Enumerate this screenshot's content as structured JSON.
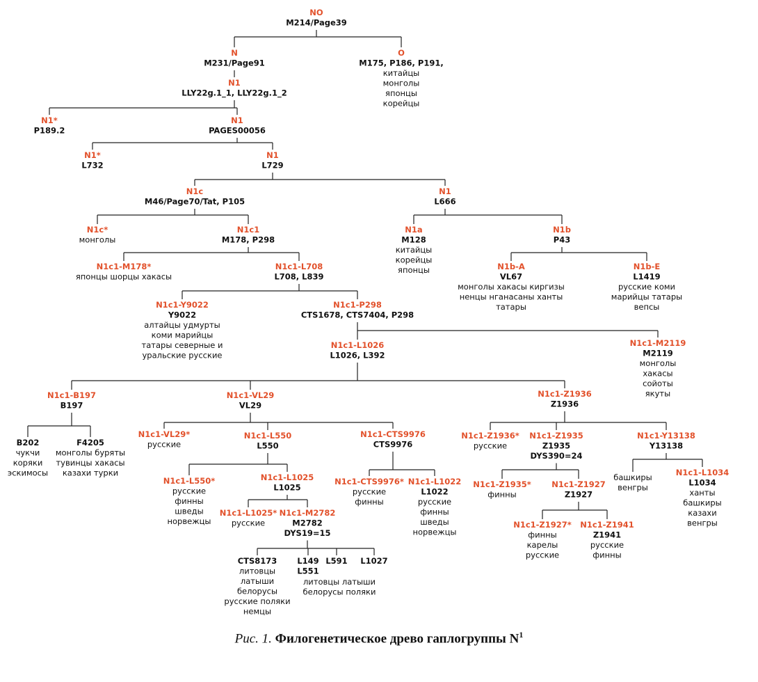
{
  "colors": {
    "haplogroup": "#e2512b",
    "text": "#111111",
    "line": "#222222"
  },
  "caption": {
    "prefix": "Рис. 1.",
    "text": "Филогенетическое древо гаплогруппы N",
    "sup": "1"
  },
  "nodes": [
    {
      "id": "NO",
      "hg": "NO",
      "markers": [
        "M214/Page39"
      ],
      "pops": []
    },
    {
      "id": "N_top",
      "hg": "N",
      "markers": [
        "M231/Page91"
      ],
      "pops": []
    },
    {
      "id": "O",
      "hg": "O",
      "markers": [
        "M175, P186, P191,"
      ],
      "pops": [
        "китайцы",
        "монголы",
        "японцы",
        "корейцы"
      ]
    },
    {
      "id": "N1_lly",
      "hg": "N1",
      "markers": [
        "LLY22g.1_1, LLY22g.1_2"
      ],
      "pops": []
    },
    {
      "id": "N1s_p189",
      "hg": "N1*",
      "markers": [
        "P189.2"
      ],
      "pops": []
    },
    {
      "id": "N1_pages",
      "hg": "N1",
      "markers": [
        "PAGES00056"
      ],
      "pops": []
    },
    {
      "id": "N1s_l732",
      "hg": "N1*",
      "markers": [
        "L732"
      ],
      "pops": []
    },
    {
      "id": "N1_l729",
      "hg": "N1",
      "markers": [
        "L729"
      ],
      "pops": []
    },
    {
      "id": "N1c",
      "hg": "N1c",
      "markers": [
        "M46/Page70/Tat, P105"
      ],
      "pops": []
    },
    {
      "id": "N1_l666",
      "hg": "N1",
      "markers": [
        "L666"
      ],
      "pops": []
    },
    {
      "id": "N1cs",
      "hg": "N1c*",
      "markers": [],
      "pops": [
        "монголы"
      ]
    },
    {
      "id": "N1c1",
      "hg": "N1c1",
      "markers": [
        "M178, P298"
      ],
      "pops": []
    },
    {
      "id": "N1a",
      "hg": "N1a",
      "markers": [
        "M128"
      ],
      "pops": [
        "китайцы",
        "корейцы",
        "японцы"
      ]
    },
    {
      "id": "N1b",
      "hg": "N1b",
      "markers": [
        "P43"
      ],
      "pops": []
    },
    {
      "id": "N1c1_M178s",
      "hg": "N1c1-M178*",
      "markers": [],
      "pops": [
        "японцы шорцы хакасы"
      ]
    },
    {
      "id": "N1c1_L708",
      "hg": "N1c1-L708",
      "markers": [
        "L708, L839"
      ],
      "pops": []
    },
    {
      "id": "N1bA",
      "hg": "N1b-A",
      "markers": [
        "VL67"
      ],
      "pops": [
        "монголы хакасы киргизы",
        "ненцы нганасаны ханты",
        "татары"
      ]
    },
    {
      "id": "N1bE",
      "hg": "N1b-E",
      "markers": [
        "L1419"
      ],
      "pops": [
        "русские коми",
        "марийцы татары",
        "вепсы"
      ]
    },
    {
      "id": "Y9022",
      "hg": "N1c1-Y9022",
      "markers": [
        "Y9022"
      ],
      "pops": [
        "алтайцы  удмурты",
        "коми марийцы",
        "татары северные и",
        "уральские русские"
      ]
    },
    {
      "id": "P298",
      "hg": "N1c1-P298",
      "markers": [
        "CTS1678, CTS7404, P298"
      ],
      "pops": []
    },
    {
      "id": "L1026",
      "hg": "N1c1-L1026",
      "markers": [
        "L1026, L392"
      ],
      "pops": []
    },
    {
      "id": "M2119",
      "hg": "N1c1-M2119",
      "markers": [
        "M2119"
      ],
      "pops": [
        "монголы",
        "хакасы",
        "сойоты",
        "якуты"
      ]
    },
    {
      "id": "B197",
      "hg": "N1c1-B197",
      "markers": [
        "B197"
      ],
      "pops": []
    },
    {
      "id": "VL29",
      "hg": "N1c1-VL29",
      "markers": [
        "VL29"
      ],
      "pops": []
    },
    {
      "id": "Z1936",
      "hg": "N1c1-Z1936",
      "markers": [
        "Z1936"
      ],
      "pops": []
    },
    {
      "id": "B202",
      "hg": "",
      "markers": [
        "B202"
      ],
      "pops": [
        "чукчи",
        "коряки",
        "эскимосы"
      ]
    },
    {
      "id": "F4205",
      "hg": "",
      "markers": [
        "F4205"
      ],
      "pops": [
        "монголы буряты",
        "тувинцы хакасы",
        "казахи турки"
      ]
    },
    {
      "id": "VL29s",
      "hg": "N1c1-VL29*",
      "markers": [],
      "pops": [
        "русские"
      ]
    },
    {
      "id": "L550",
      "hg": "N1c1-L550",
      "markers": [
        "L550"
      ],
      "pops": []
    },
    {
      "id": "CTS9976",
      "hg": "N1c1-CTS9976",
      "markers": [
        "CTS9976"
      ],
      "pops": []
    },
    {
      "id": "Z1936s",
      "hg": "N1c1-Z1936*",
      "markers": [],
      "pops": [
        "русские"
      ]
    },
    {
      "id": "Z1935",
      "hg": "N1c1-Z1935",
      "markers": [
        "Z1935",
        "DYS390=24"
      ],
      "pops": []
    },
    {
      "id": "Y13138",
      "hg": "N1c1-Y13138",
      "markers": [
        "Y13138"
      ],
      "pops": []
    },
    {
      "id": "L550s",
      "hg": "N1c1-L550*",
      "markers": [],
      "pops": [
        "русские",
        "финны",
        "шведы",
        "норвежцы"
      ]
    },
    {
      "id": "L1025",
      "hg": "N1c1-L1025",
      "markers": [
        "L1025"
      ],
      "pops": []
    },
    {
      "id": "CTS9976s",
      "hg": "N1c1-CTS9976*",
      "markers": [],
      "pops": [
        "русские",
        "финны"
      ]
    },
    {
      "id": "L1022",
      "hg": "N1c1-L1022",
      "markers": [
        "L1022"
      ],
      "pops": [
        "русские",
        "финны",
        "шведы",
        "норвежцы"
      ]
    },
    {
      "id": "Z1935s",
      "hg": "N1c1-Z1935*",
      "markers": [],
      "pops": [
        "финны"
      ]
    },
    {
      "id": "Z1927",
      "hg": "N1c1-Z1927",
      "markers": [
        "Z1927"
      ],
      "pops": []
    },
    {
      "id": "Y13138pops",
      "hg": "",
      "markers": [],
      "pops": [
        "башкиры",
        "венгры"
      ]
    },
    {
      "id": "L1034",
      "hg": "N1c1-L1034",
      "markers": [
        "L1034"
      ],
      "pops": [
        "ханты",
        "башкиры",
        "казахи",
        "венгры"
      ]
    },
    {
      "id": "L1025s",
      "hg": "N1c1-L1025*",
      "markers": [],
      "pops": [
        "русские"
      ]
    },
    {
      "id": "M2782",
      "hg": "N1c1-M2782",
      "markers": [
        "M2782",
        "DYS19=15"
      ],
      "pops": []
    },
    {
      "id": "Z1927s",
      "hg": "N1c1-Z1927*",
      "markers": [],
      "pops": [
        "финны",
        "карелы",
        "русские"
      ]
    },
    {
      "id": "Z1941",
      "hg": "N1c1-Z1941",
      "markers": [
        "Z1941"
      ],
      "pops": [
        "русские",
        "финны"
      ]
    },
    {
      "id": "CTS8173",
      "hg": "",
      "markers": [
        "CTS8173"
      ],
      "pops": [
        "литовцы",
        "латыши",
        "белорусы",
        "русские поляки",
        "немцы"
      ]
    },
    {
      "id": "L149",
      "hg": "",
      "markers": [
        "L149",
        "L551"
      ],
      "pops": []
    },
    {
      "id": "L591",
      "hg": "",
      "markers": [
        "L591"
      ],
      "pops": []
    },
    {
      "id": "L1027",
      "hg": "",
      "markers": [
        "L1027"
      ],
      "pops": []
    },
    {
      "id": "L591pops",
      "hg": "",
      "markers": [],
      "pops": [
        "литовцы латыши",
        "белорусы поляки"
      ]
    }
  ]
}
